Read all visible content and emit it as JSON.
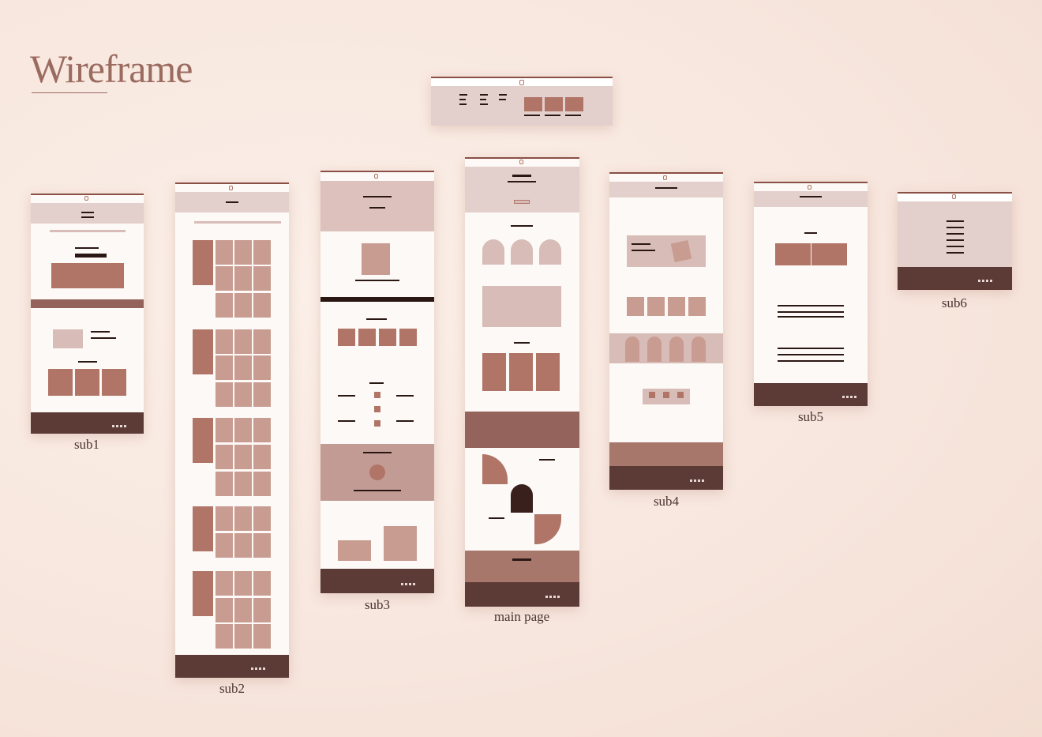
{
  "title": "Wireframe",
  "labels": {
    "sub1": "sub1",
    "sub2": "sub2",
    "sub3": "sub3",
    "main": "main page",
    "sub4": "sub4",
    "sub5": "sub5",
    "sub6": "sub6"
  },
  "colors": {
    "accent": "#9b6b60",
    "dark": "#2a1713",
    "footer": "#5c3b37",
    "block": "#b07567",
    "light_block": "#d7bcb7",
    "hero": "#e3cfcb"
  }
}
